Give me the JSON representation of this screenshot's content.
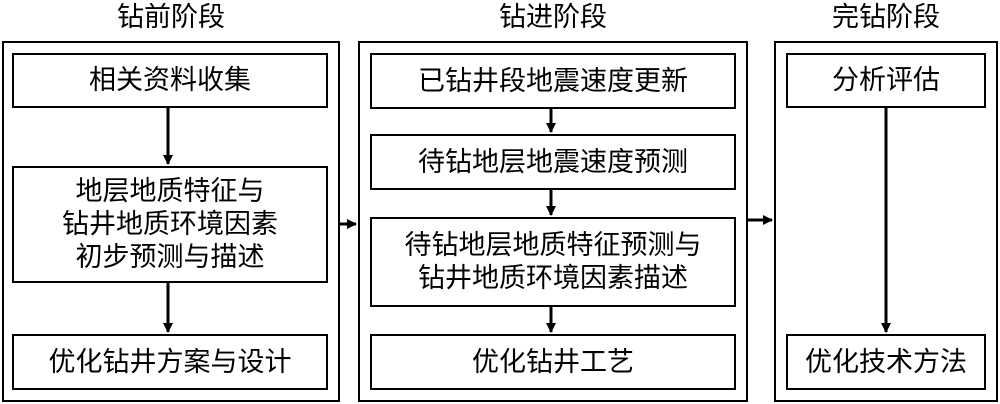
{
  "stages": [
    {
      "title": "钻前阶段",
      "boxes": [
        {
          "lines": [
            "相关资料收集"
          ]
        },
        {
          "lines": [
            "地层地质特征与",
            "钻井地质环境因素",
            "初步预测与描述"
          ]
        },
        {
          "lines": [
            "优化钻井方案与设计"
          ]
        }
      ]
    },
    {
      "title": "钻进阶段",
      "boxes": [
        {
          "lines": [
            "已钻井段地震速度更新"
          ]
        },
        {
          "lines": [
            "待钻地层地震速度预测"
          ]
        },
        {
          "lines": [
            "待钻地层地质特征预测与",
            "钻井地质环境因素描述"
          ]
        },
        {
          "lines": [
            "优化钻井工艺"
          ]
        }
      ]
    },
    {
      "title": "完钻阶段",
      "boxes": [
        {
          "lines": [
            "分析评估"
          ]
        },
        {
          "lines": [
            "优化技术方法"
          ]
        }
      ]
    }
  ]
}
